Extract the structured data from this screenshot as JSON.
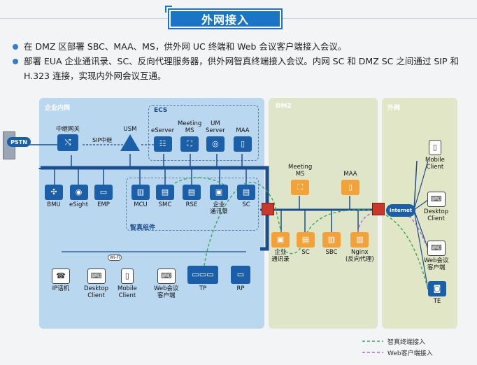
{
  "title": "外网接入",
  "bullets": [
    "在 DMZ 区部署 SBC、MAA、MS，供外网 UC 终端和 Web 会议客户端接入会议。",
    "部署 EUA 企业通讯录、SC、反向代理服务器，供外网智真终端接入会议。内网 SC 和 DMZ SC 之间通过 SIP 和 H.323 连接，实现内外网会议互通。"
  ],
  "zones": {
    "intranet": "企业内网",
    "ecs": "ECS",
    "dmz": "DMZ",
    "extranet": "外网",
    "telepresence": "智真组件"
  },
  "nodes": {
    "pstn": "PSTN",
    "trunk_gateway": "中继网关",
    "sip_trunk": "SIP中继",
    "usm": "USM",
    "eserver": "eServer",
    "meeting_ms": [
      "Meeting",
      "MS"
    ],
    "um_server": [
      "UM",
      "Server"
    ],
    "maa": "MAA",
    "bmu": "BMU",
    "esight": "eSight",
    "emp": "EMP",
    "mcu": "MCU",
    "smc": "SMC",
    "rse": "RSE",
    "eua": [
      "企业",
      "通讯录"
    ],
    "sc": "SC",
    "ip_phone": "IP话机",
    "desktop_client": [
      "Desktop",
      "Client"
    ],
    "mobile_client": [
      "Mobile",
      "Client"
    ],
    "web_client": [
      "Web会议",
      "客户端"
    ],
    "tp": "TP",
    "rp": "RP",
    "dmz_meeting_ms": [
      "Meeting",
      "MS"
    ],
    "dmz_maa": "MAA",
    "dmz_eua": [
      "企业",
      "通讯录"
    ],
    "dmz_sc": "SC",
    "sbc": "SBC",
    "nginx": [
      "Nginx",
      "(反向代理)"
    ],
    "internet": "Internet",
    "ext_mobile": [
      "Mobile",
      "Client"
    ],
    "ext_desktop": [
      "Desktop",
      "Client"
    ],
    "ext_web": [
      "Web会议",
      "客户端"
    ],
    "te": "TE",
    "wifi": "Wi-Fi"
  },
  "legend": [
    {
      "label": "智真终端接入",
      "color": "#3aa856"
    },
    {
      "label": "Web客户端接入",
      "color": "#a86ad8"
    }
  ],
  "colors": {
    "accent": "#1b74c5",
    "intranet_bg": "#b9d7ee",
    "dmz_bg": "#dfe5c8",
    "ext_bg": "#e1e6c6",
    "backbone": "#1b4e8c"
  }
}
